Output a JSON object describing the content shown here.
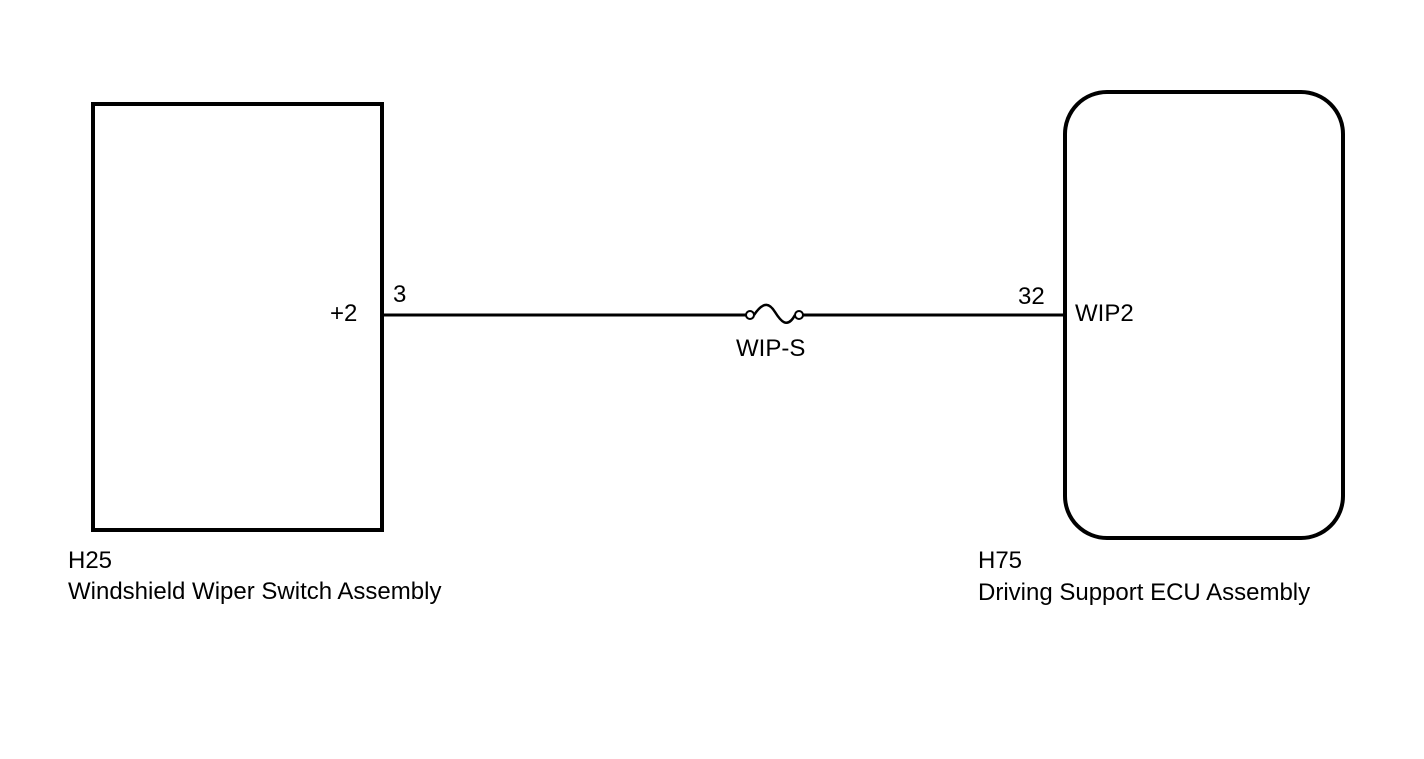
{
  "left_component": {
    "connector": "H25",
    "name": "Windshield Wiper Switch Assembly",
    "terminal_name": "+2",
    "pin": "3"
  },
  "right_component": {
    "connector": "H75",
    "name": "Driving Support ECU Assembly",
    "terminal_name": "WIP2",
    "pin": "32"
  },
  "fuse": {
    "label": "WIP-S"
  }
}
